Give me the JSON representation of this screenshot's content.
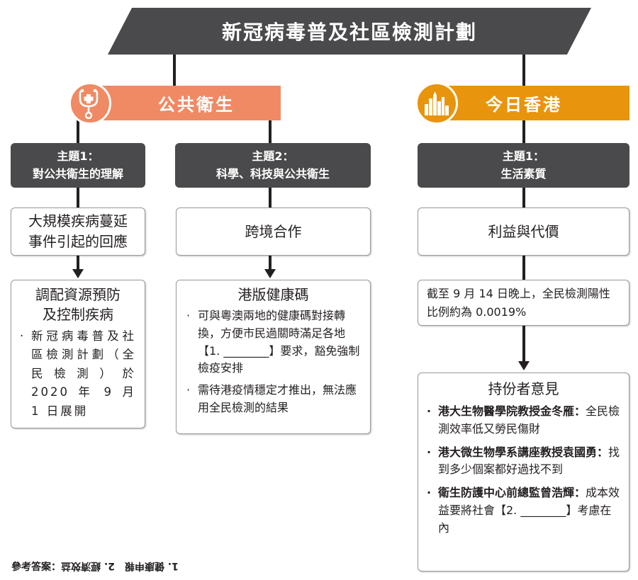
{
  "title": "新冠病毒普及社區檢測計劃",
  "categories": [
    {
      "label": "公共衛生",
      "icon": "stethoscope-icon",
      "color": "#ef8a64"
    },
    {
      "label": "今日香港",
      "icon": "city-skyline-icon",
      "color": "#e8940c"
    }
  ],
  "themes": [
    {
      "line1": "主題1：",
      "line2": "對公共衛生的理解"
    },
    {
      "line1": "主題2：",
      "line2": "科學、科技與公共衛生"
    },
    {
      "line1": "主題1：",
      "line2": "生活素質"
    }
  ],
  "topics": [
    {
      "lines": [
        "大規模疾病蔓延",
        "事件引起的回應"
      ]
    },
    {
      "lines": [
        "跨境合作"
      ]
    },
    {
      "lines": [
        "利益與代價"
      ]
    }
  ],
  "detail_boxes": [
    {
      "title_lines": [
        "調配資源預防",
        "及控制疾病"
      ],
      "bullets": [
        "新冠病毒普及社區檢測計劃（全民檢測）於 2020 年 9 月 1 日展開"
      ]
    },
    {
      "title_lines": [
        "港版健康碼"
      ],
      "bullets": [
        "可與粵澳兩地的健康碼對接轉換，方便市民過關時滿足各地【1. ________】要求，豁免強制檢疫安排",
        "需待港疫情穩定才推出，無法應用全民檢測的結果"
      ]
    },
    {
      "text": "截至 9 月 14 日晚上，全民檢測陽性比例約為 0.0019%"
    },
    {
      "title_lines": [
        "持份者意見"
      ],
      "opinions": [
        {
          "speaker": "港大生物醫學院教授金冬雁：",
          "text": "全民檢測效率低又勞民傷財"
        },
        {
          "speaker": "港大微生物學系講座教授袁國勇：",
          "text": "找到多少個案都好過找不到"
        },
        {
          "speaker": "衛生防護中心前總監曾浩輝：",
          "text": "成本效益要將社會【2. ________】考慮在內"
        }
      ]
    }
  ],
  "footer": {
    "label": "參考答案：",
    "answers_flipped": "1. 健康申報　2. 經濟效益"
  }
}
